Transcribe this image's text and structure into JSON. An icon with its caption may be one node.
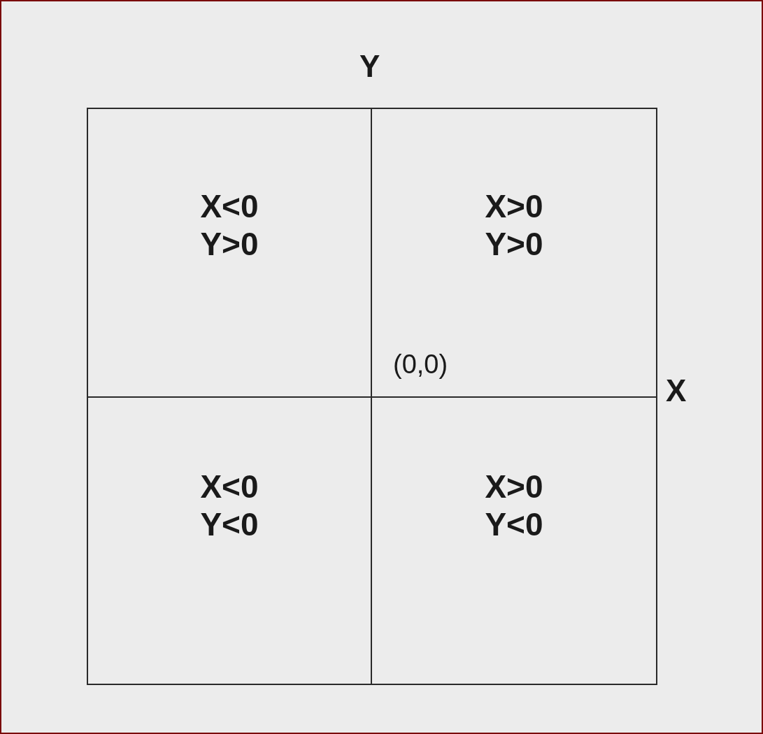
{
  "diagram": {
    "nodes": [
      {
        "text": [
          "X<0 Y>0"
        ]
      },
      {
        "text": [
          "X>0 Y>0"
        ]
      },
      {
        "text": [
          "X<0 Y<0"
        ]
      },
      {
        "text": [
          "X>0 Y<0"
        ]
      }
    ],
    "labels": [
      "Y",
      "(0,0)",
      "X"
    ]
  }
}
